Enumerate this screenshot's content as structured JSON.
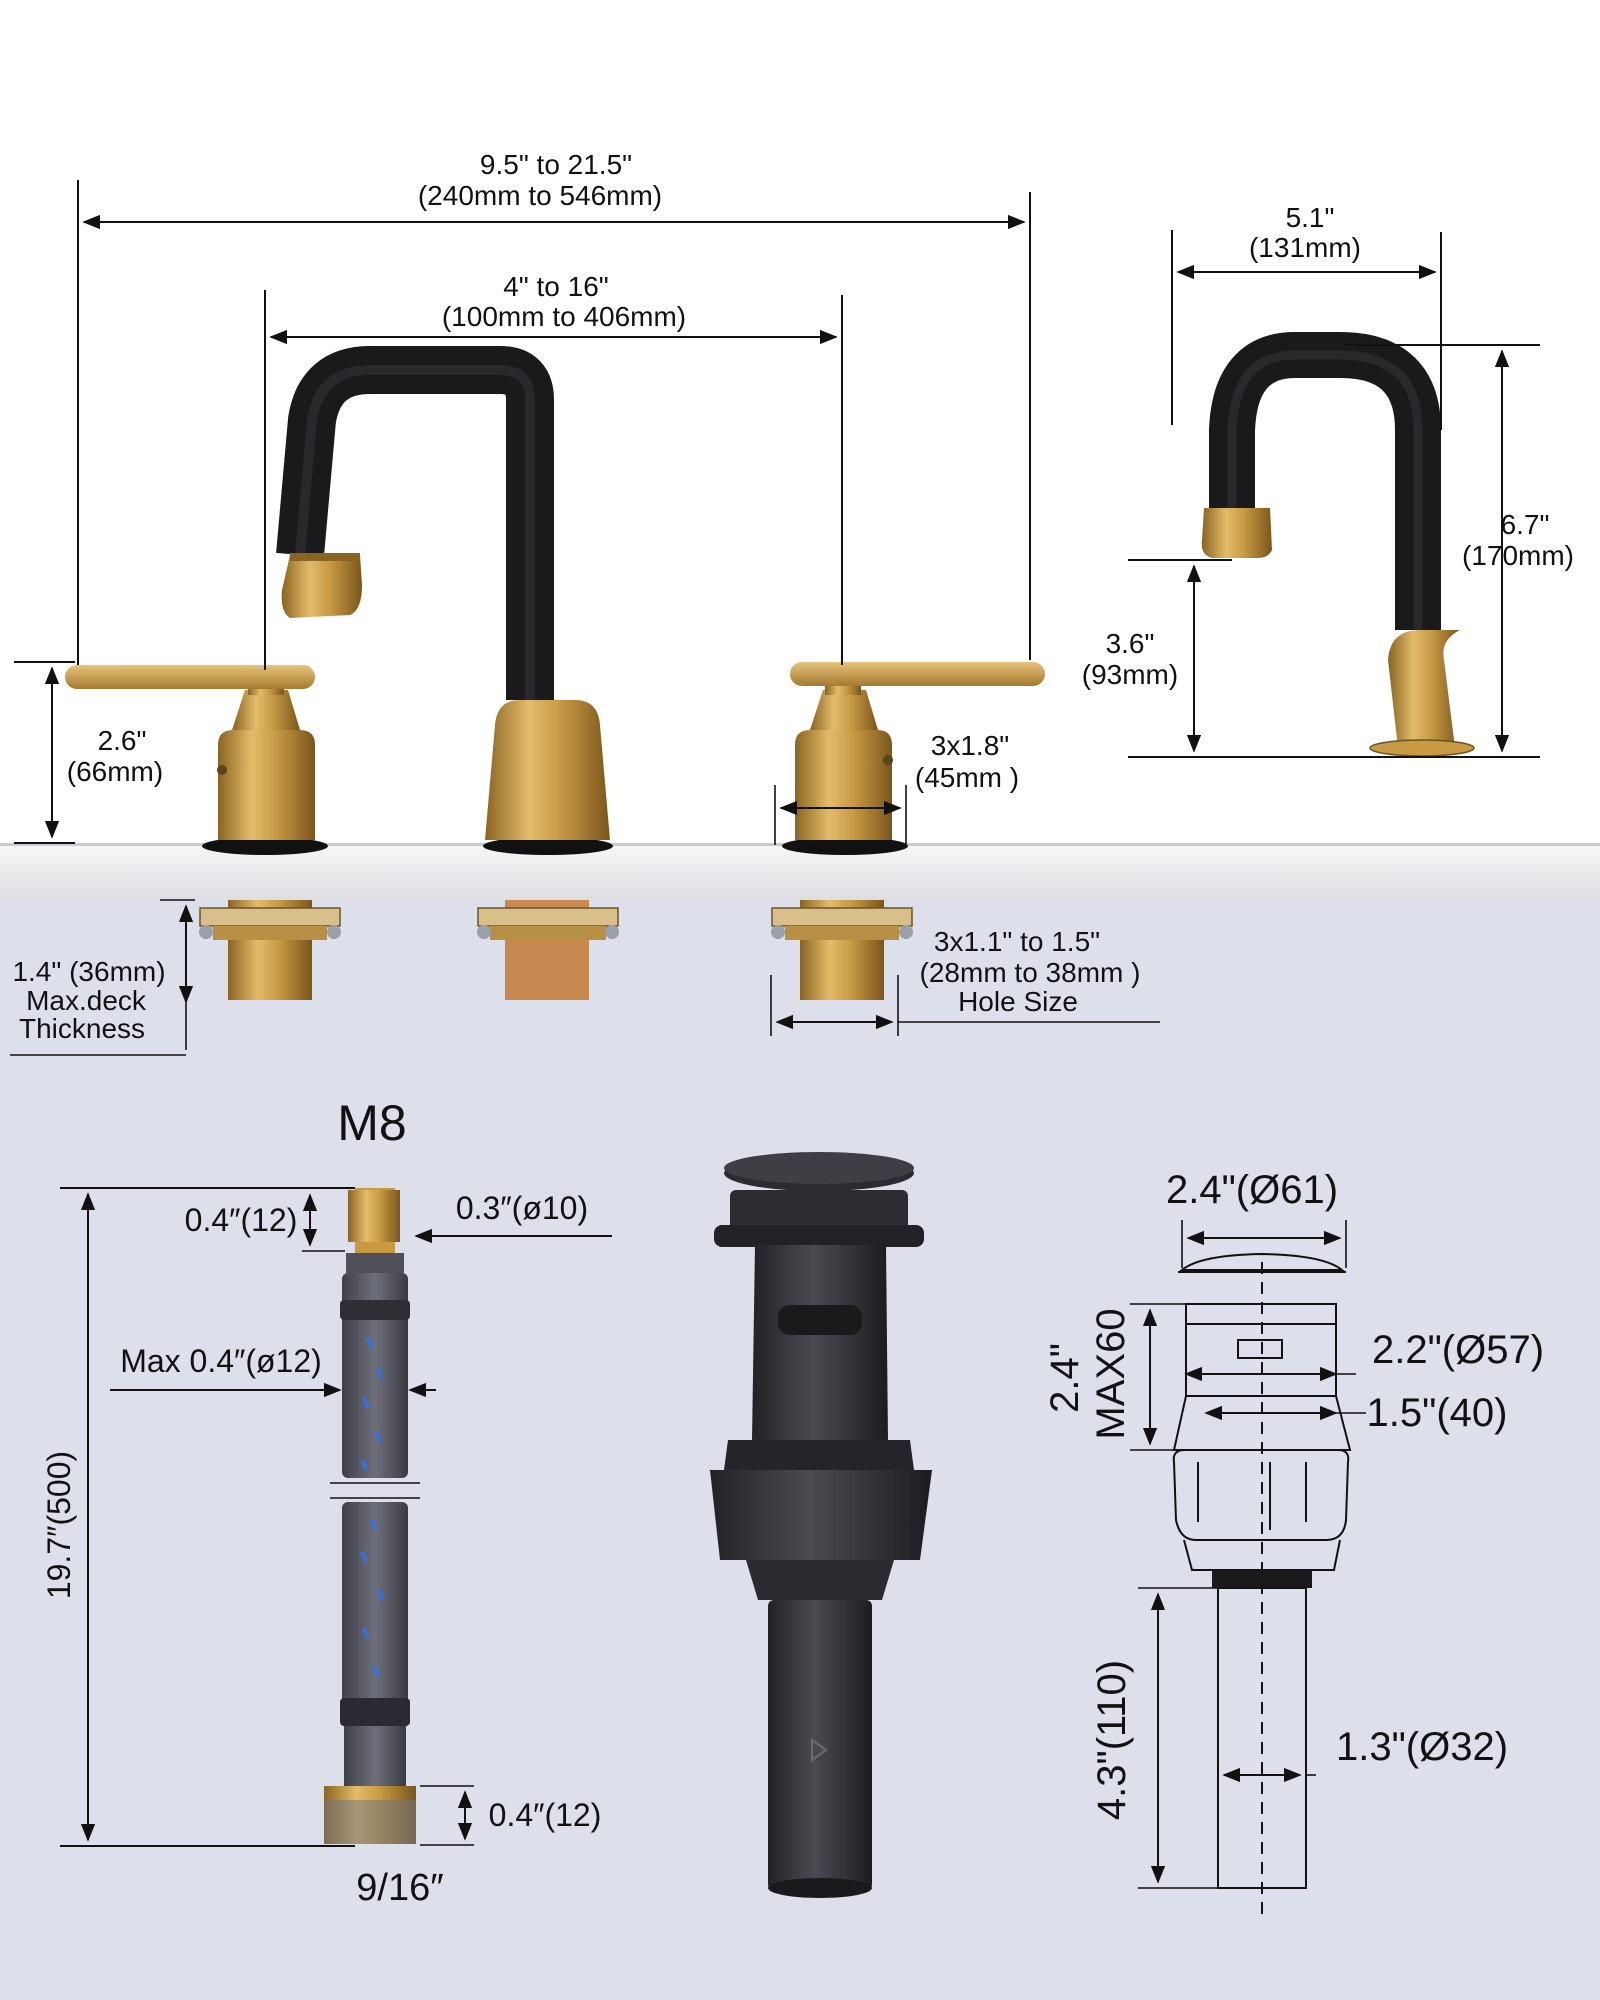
{
  "faucet": {
    "overall_width": "9.5\" to 21.5\"",
    "overall_width_mm": "(240mm to 546mm)",
    "handle_spread": "4\" to 16\"",
    "handle_spread_mm": "(100mm to 406mm)",
    "handle_height": "2.6\"",
    "handle_height_mm": "(66mm)",
    "base_diameter": "3x1.8\"",
    "base_diameter_mm": "(45mm )",
    "deck_thickness": "1.4\" (36mm)",
    "deck_thickness_line2": "Max.deck",
    "deck_thickness_line3": "Thickness",
    "hole_size": "3x1.1\" to 1.5\"",
    "hole_size_mm": "(28mm to 38mm )",
    "hole_size_label": "Hole Size"
  },
  "spout_side": {
    "reach": "5.1\"",
    "reach_mm": "(131mm)",
    "height": "6.7\"",
    "height_mm": "(170mm)",
    "spout_height": "3.6\"",
    "spout_height_mm": "(93mm)"
  },
  "hose": {
    "thread": "M8",
    "top_length": "0.4″(12)",
    "top_diameter": "0.3″(ø10)",
    "max_diameter": "Max 0.4″(ø12)",
    "length": "19.7″(500)",
    "nut_length": "0.4″(12)",
    "nut_size": "9/16″"
  },
  "drain": {
    "cap_diameter": "2.4\"(Ø61)",
    "body_height": "2.4\"",
    "body_height_max": "MAX60",
    "flange_diameter": "2.2\"(Ø57)",
    "body_diameter": "1.5\"(40)",
    "tail_length": "4.3\"(110)",
    "tail_diameter": "1.3\"(Ø32)"
  },
  "colors": {
    "background": "#dde0ea",
    "matte_black": "#1e1e22",
    "brushed_gold": "#c89a44",
    "drain_bronze": "#3a3a3e",
    "countertop": "#eef0f2"
  }
}
